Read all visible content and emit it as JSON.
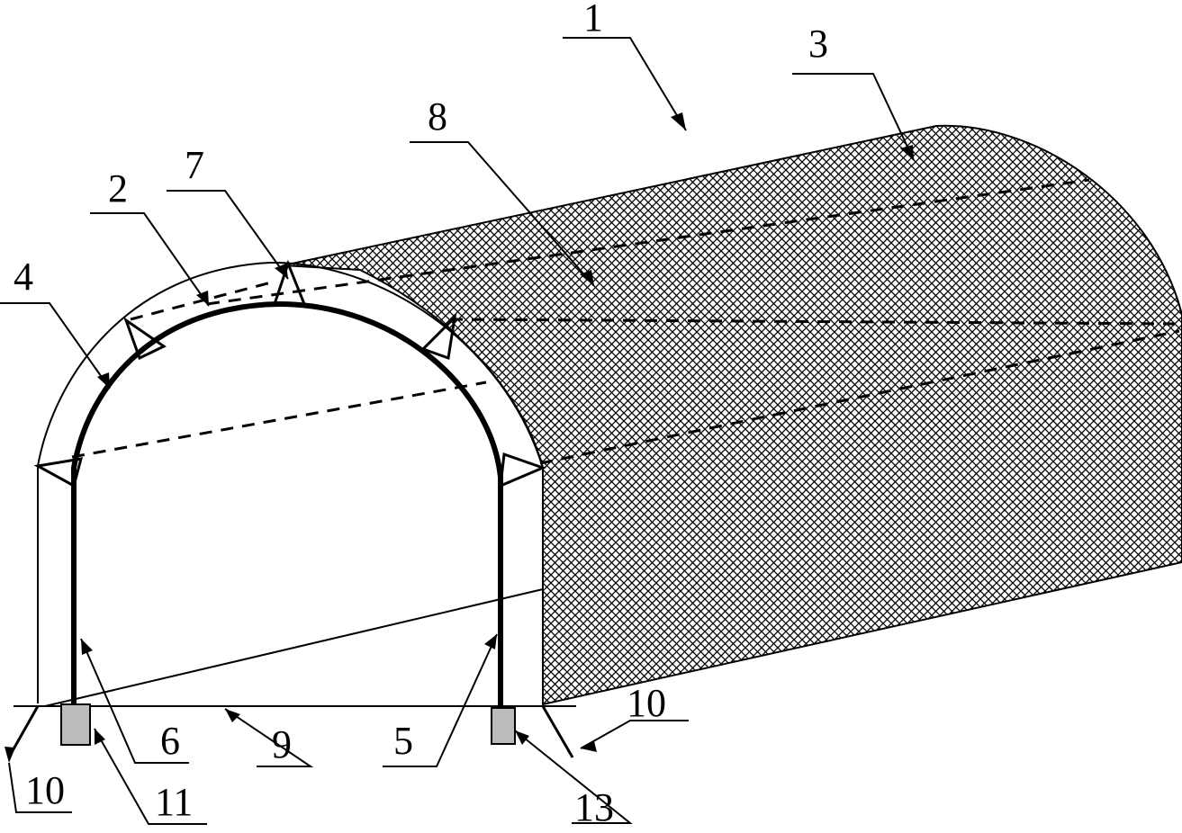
{
  "figure": {
    "labels": {
      "l1": "1",
      "l2": "2",
      "l3": "3",
      "l4": "4",
      "l5": "5",
      "l6": "6",
      "l7": "7",
      "l8": "8",
      "l9": "9",
      "l10_left": "10",
      "l10_right": "10",
      "l11": "11",
      "l13": "13"
    },
    "colors": {
      "ink": "#000000",
      "paper": "#ffffff"
    }
  }
}
